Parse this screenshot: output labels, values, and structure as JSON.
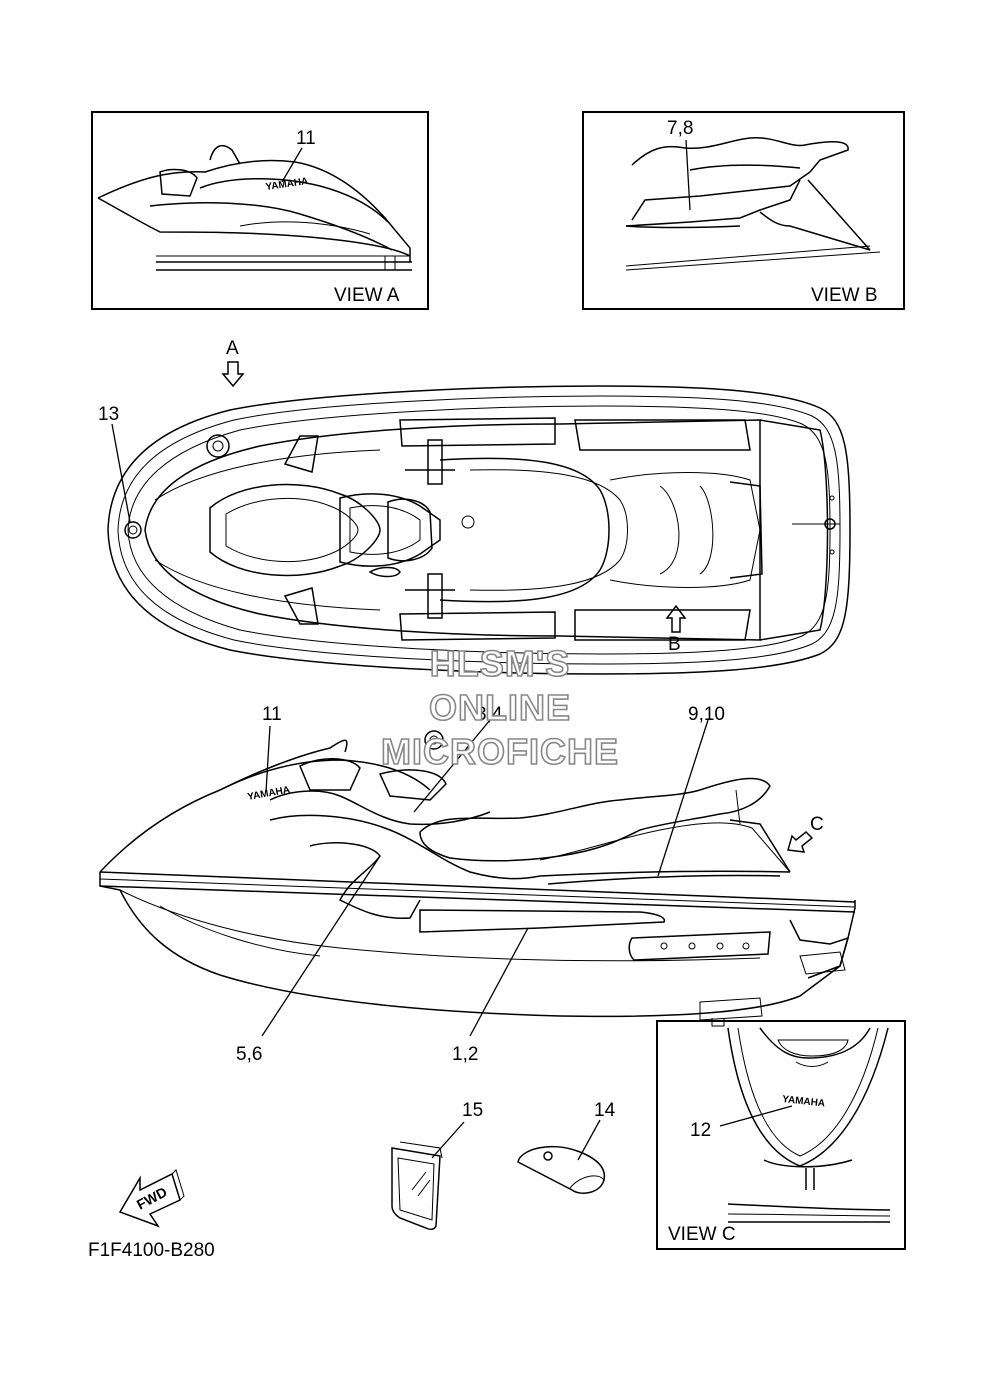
{
  "views": {
    "a": {
      "title": "VIEW A",
      "callout": "11"
    },
    "b": {
      "title": "VIEW B",
      "callout": "7,8"
    },
    "c": {
      "title": "VIEW C",
      "callout": "12",
      "logo": "YAMAHA"
    }
  },
  "top_view": {
    "arrow_a": "A",
    "arrow_b": "B",
    "callout_13": "13"
  },
  "side_view": {
    "callout_11": "11",
    "callout_3_4": "3,4",
    "callout_9_10": "9,10",
    "arrow_c": "C",
    "callout_5_6": "5,6",
    "callout_1_2": "1,2",
    "logo": "YAMAHA"
  },
  "accessories": {
    "callout_15": "15",
    "callout_14": "14"
  },
  "fwd_label": "FWD",
  "figure_code": "F1F4100-B280",
  "watermark": [
    "HLSM'S",
    "ONLINE",
    "MICROFICHE"
  ]
}
